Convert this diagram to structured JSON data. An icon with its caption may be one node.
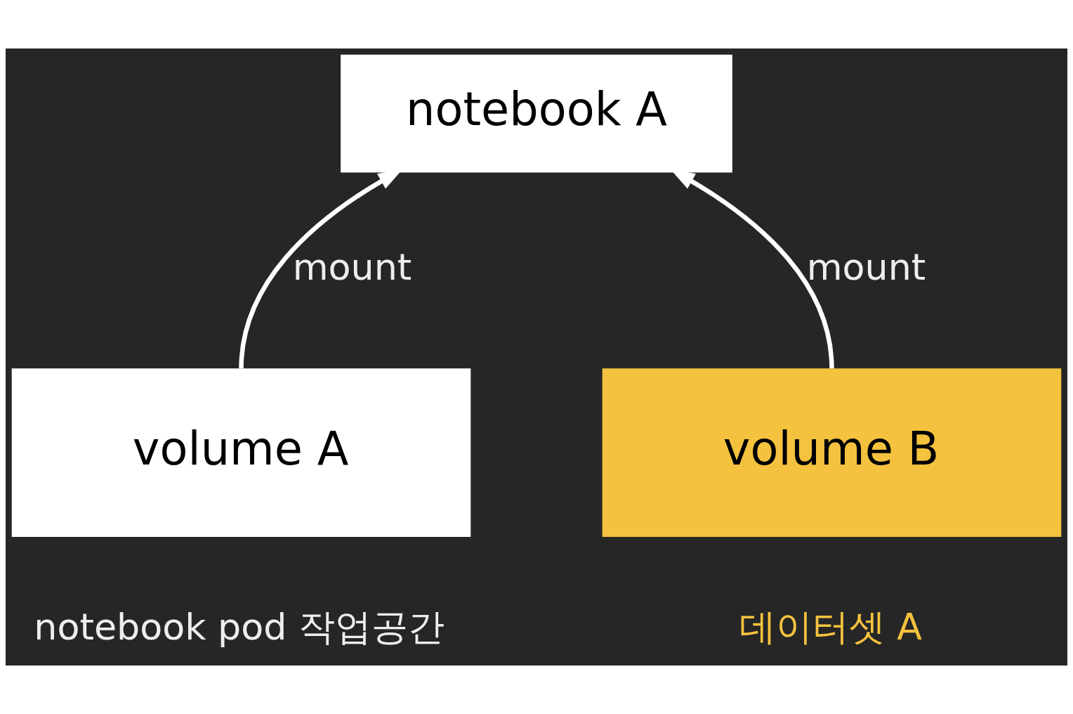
{
  "diagram": {
    "nodes": [
      {
        "text": [
          "notebook A"
        ]
      },
      {
        "text": [
          "volume A"
        ],
        "beside": [
          "notebook pod 작업공간"
        ]
      },
      {
        "text": [
          "volume B"
        ],
        "beside": [
          "데이터셋 A"
        ]
      }
    ],
    "edges": [
      {
        "from": 1,
        "to": 0,
        "arrow": "to",
        "label": "mount"
      },
      {
        "from": 2,
        "to": 0,
        "arrow": "to",
        "label": "mount"
      }
    ]
  }
}
